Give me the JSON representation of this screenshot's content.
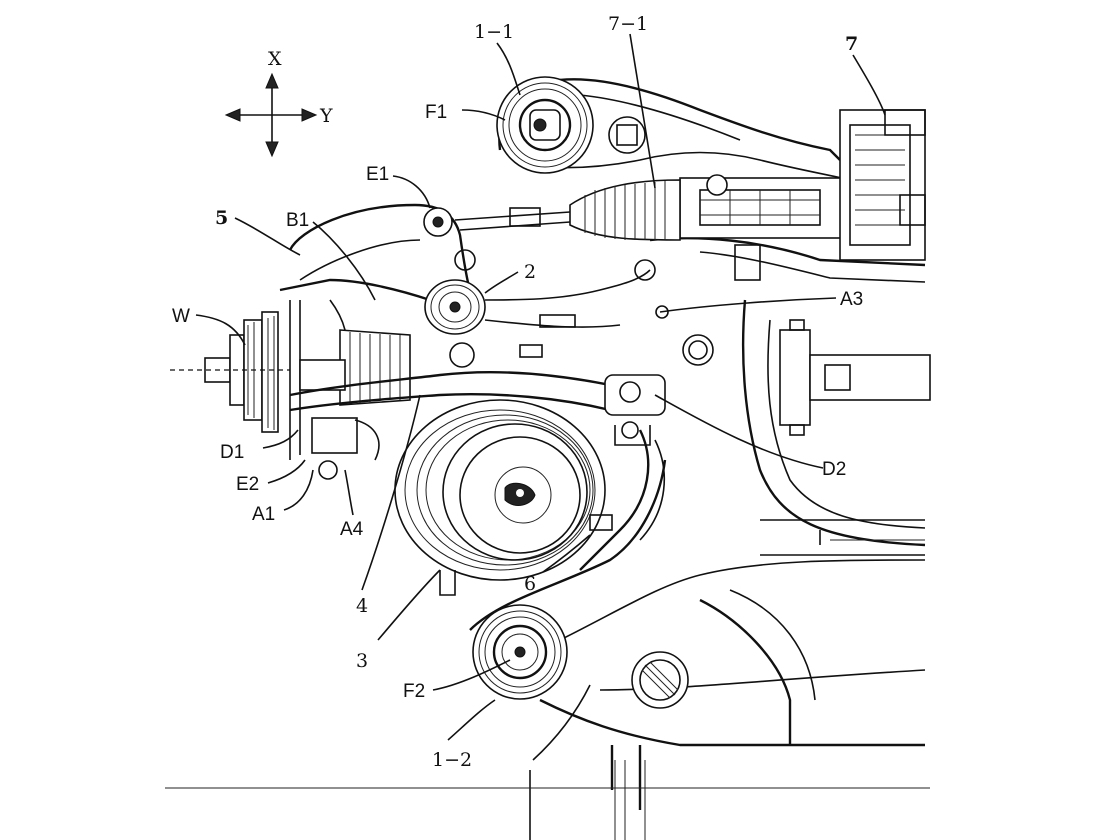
{
  "axes": {
    "x": "X",
    "y": "Y"
  },
  "labels": {
    "l_1_1": "1−1",
    "l_7_1": "7−1",
    "l_7": "7",
    "l_F1": "F1",
    "l_E1": "E1",
    "l_5": "5",
    "l_B1": "B1",
    "l_2": "2",
    "l_A3": "A3",
    "l_W": "W",
    "l_D1": "D1",
    "l_E2": "E2",
    "l_A1": "A1",
    "l_A4": "A4",
    "l_D2": "D2",
    "l_6": "6",
    "l_4": "4",
    "l_3": "3",
    "l_F2": "F2",
    "l_1_2": "1−2"
  }
}
